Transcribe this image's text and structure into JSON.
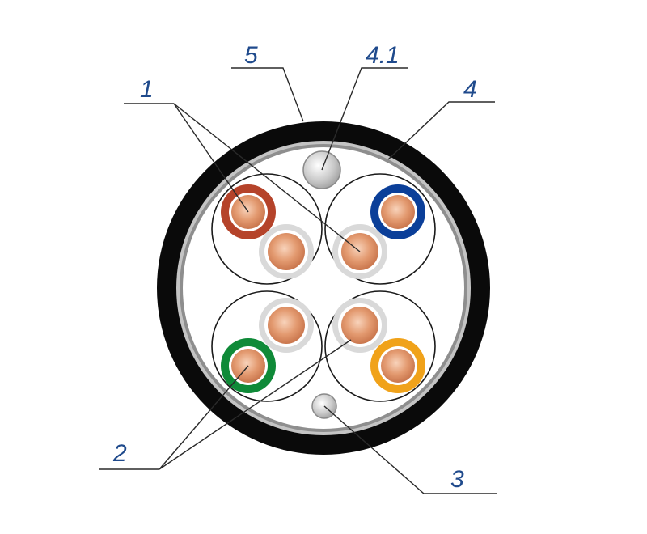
{
  "callouts": {
    "c1": "1",
    "c2": "2",
    "c3": "3",
    "c4": "4",
    "c41": "4.1",
    "c5": "5"
  },
  "colors": {
    "outer_jacket": "#0a0a0a",
    "shield_foil": "#cfcfcf",
    "core_fill": "#ffffff",
    "copper": "#e0936a",
    "copper_light": "#f6c9ac",
    "natural_insulation": "#d6d6d6",
    "pair_brown": "#b5432a",
    "pair_blue": "#0b3f99",
    "pair_green": "#0f8a38",
    "pair_orange": "#f0a21a",
    "drain_wire": "#bdbdbd",
    "callout_text": "#1f4a8c"
  }
}
